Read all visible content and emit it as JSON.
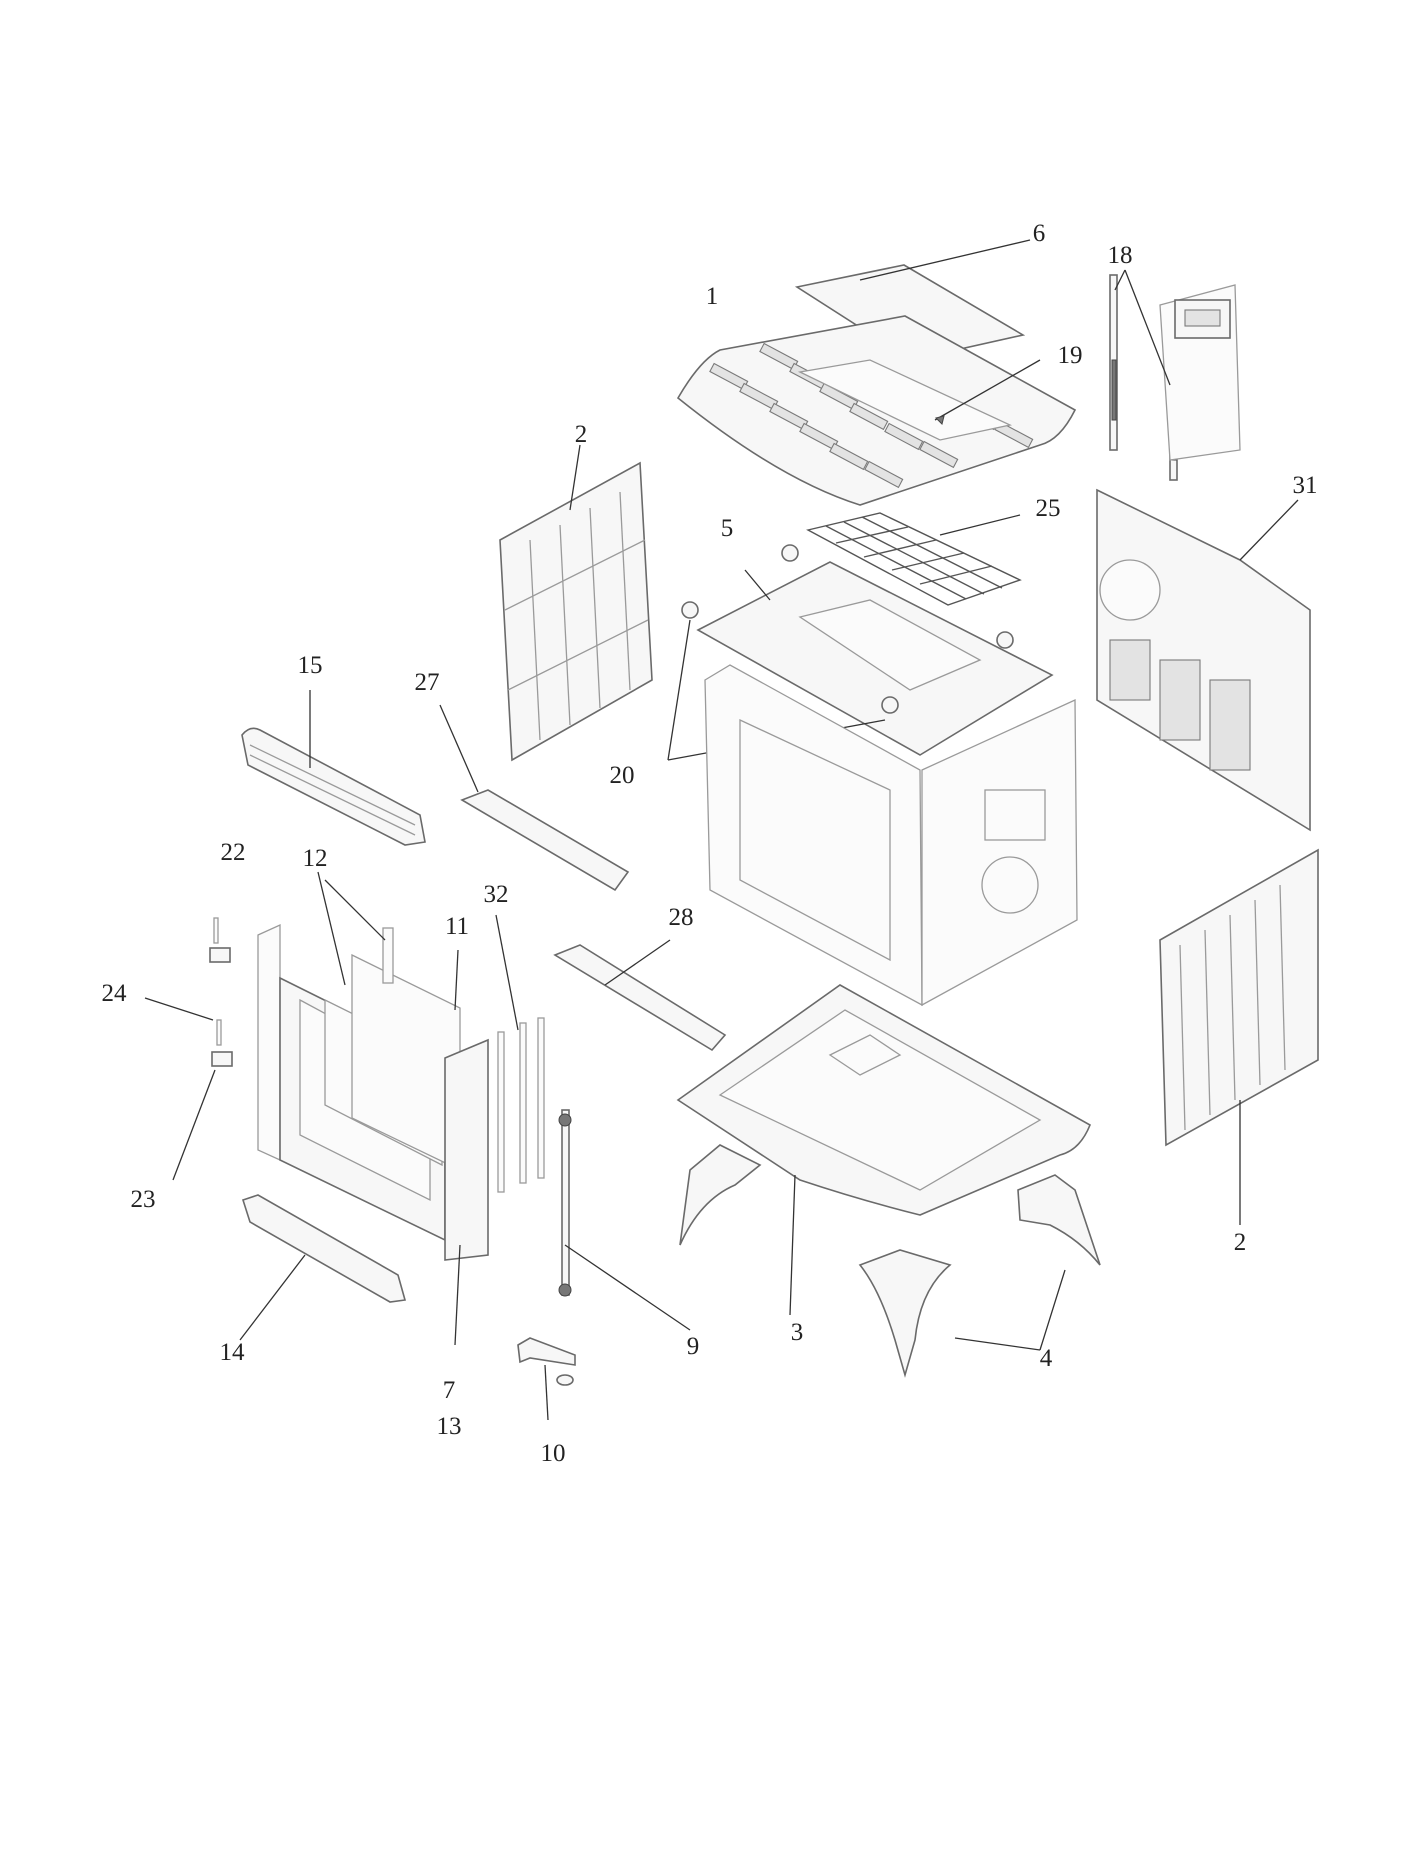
{
  "callouts": {
    "c1": "1",
    "c2a": "2",
    "c2b": "2",
    "c3": "3",
    "c4": "4",
    "c5": "5",
    "c6": "6",
    "c7": "7",
    "c9": "9",
    "c10": "10",
    "c11": "11",
    "c12": "12",
    "c13": "13",
    "c14": "14",
    "c15": "15",
    "c18": "18",
    "c19": "19",
    "c20": "20",
    "c22": "22",
    "c23": "23",
    "c24": "24",
    "c25": "25",
    "c27": "27",
    "c28": "28",
    "c31": "31",
    "c32": "32"
  },
  "colors": {
    "line": "#6a6a6a",
    "label": "#222222",
    "background": "#ffffff"
  }
}
